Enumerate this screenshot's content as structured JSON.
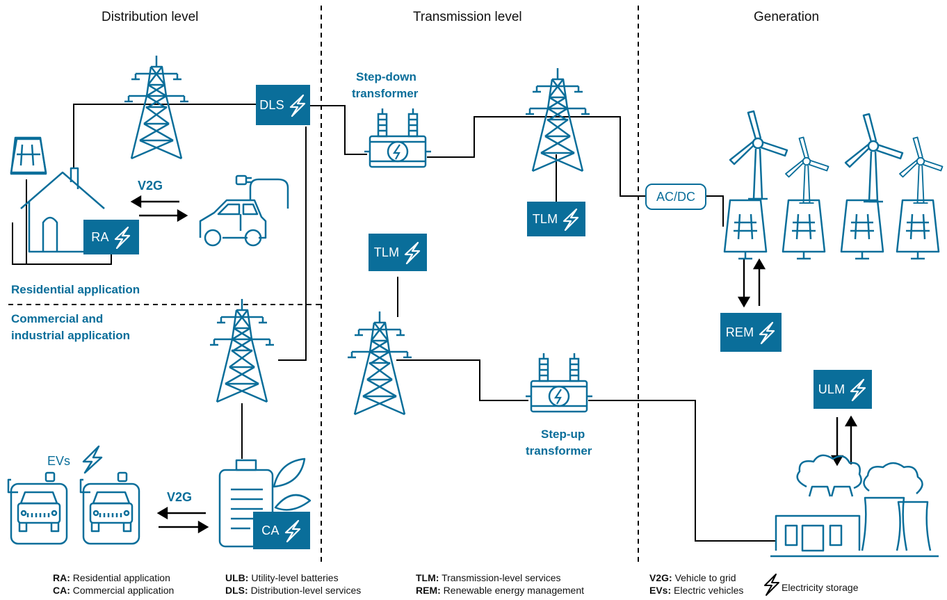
{
  "headers": {
    "distribution": "Distribution level",
    "transmission": "Transmission level",
    "generation": "Generation"
  },
  "labels": {
    "residential": "Residential application",
    "commercial_1": "Commercial and",
    "commercial_2": "industrial application",
    "stepdown_1": "Step-down",
    "stepdown_2": "transformer",
    "stepup_1": "Step-up",
    "stepup_2": "transformer",
    "v2g_top": "V2G",
    "v2g_bottom": "V2G",
    "evs": "EVs"
  },
  "boxes": {
    "dls": "DLS",
    "ra": "RA",
    "ca": "CA",
    "tlm_top": "TLM",
    "tlm_mid": "TLM",
    "rem": "REM",
    "ulm": "ULM",
    "acdc": "AC/DC"
  },
  "legend": [
    {
      "abbr": "RA:",
      "text": "Residential application"
    },
    {
      "abbr": "CA:",
      "text": "Commercial application"
    },
    {
      "abbr": "ULB:",
      "text": "Utility-level batteries"
    },
    {
      "abbr": "DLS:",
      "text": "Distribution-level services"
    },
    {
      "abbr": "TLM:",
      "text": "Transmission-level services"
    },
    {
      "abbr": "REM:",
      "text": "Renewable energy management"
    },
    {
      "abbr": "V2G:",
      "text": "Vehicle to grid"
    },
    {
      "abbr": "EVs:",
      "text": "Electric vehicles"
    }
  ],
  "legend_icon_text": "Electricity storage",
  "colors": {
    "accent": "#0a6e9a",
    "line": "#000000"
  }
}
